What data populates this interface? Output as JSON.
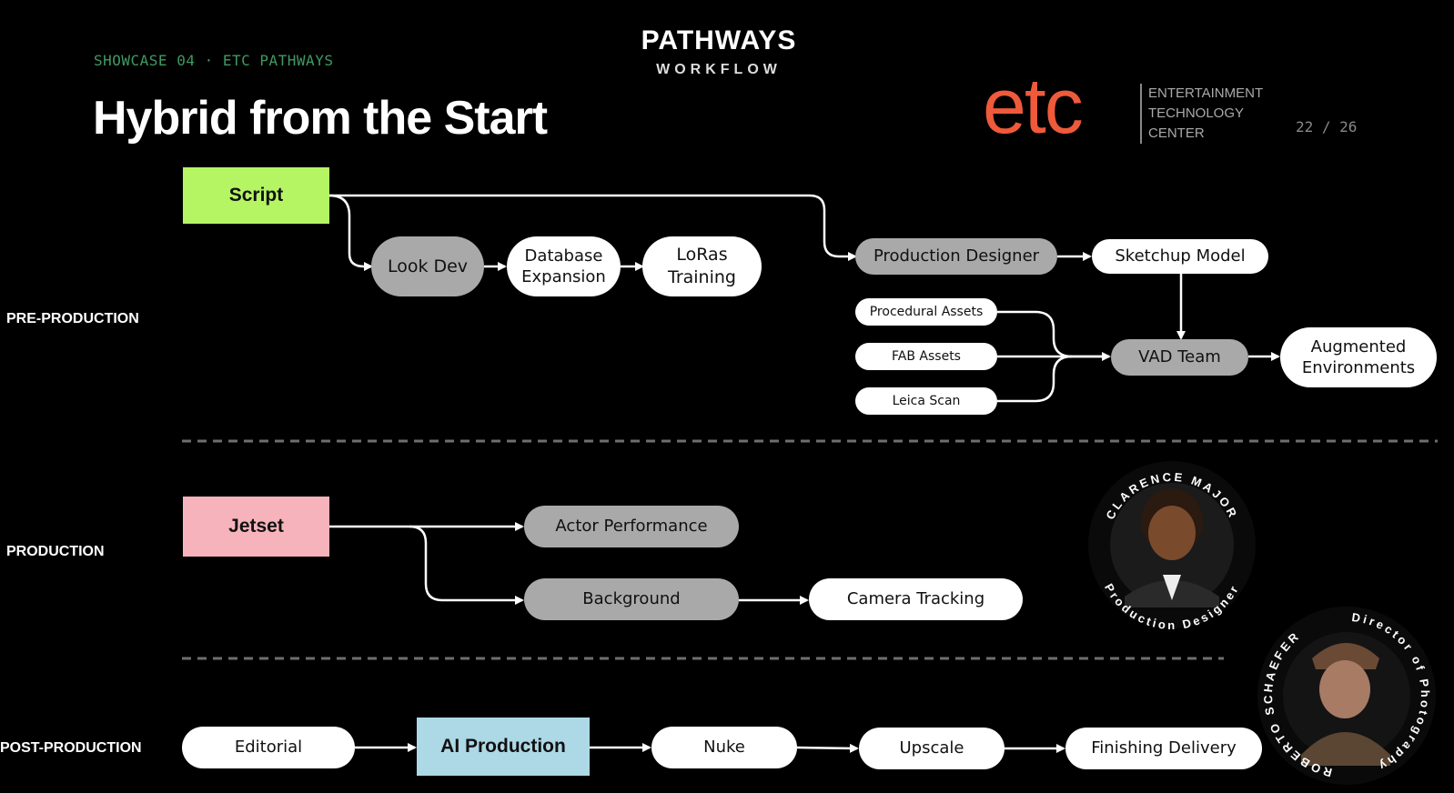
{
  "header": {
    "kicker": "SHOWCASE 04 · ETC PATHWAYS",
    "pathways_title": "PATHWAYS",
    "pathways_subtitle": "WORKFLOW",
    "title": "Hybrid from the Start",
    "logo_text": "etc",
    "logo_lines": [
      "ENTERTAINMENT",
      "TECHNOLOGY",
      "CENTER"
    ],
    "page_counter": "22 / 26"
  },
  "phases": {
    "pre": "PRE-PRODUCTION",
    "production": "PRODUCTION",
    "post": "POST-PRODUCTION"
  },
  "nodes": {
    "script": "Script",
    "look_dev": "Look Dev",
    "database_expansion": "Database Expansion",
    "loras_training": "LoRas Training",
    "production_designer": "Production Designer",
    "sketchup_model": "Sketchup Model",
    "procedural_assets": "Procedural Assets",
    "fab_assets": "FAB Assets",
    "leica_scan": "Leica Scan",
    "vad_team": "VAD Team",
    "augmented_environments": "Augmented Environments",
    "jetset": "Jetset",
    "actor_performance": "Actor Performance",
    "background": "Background",
    "camera_tracking": "Camera Tracking",
    "editorial": "Editorial",
    "ai_production": "AI Production",
    "nuke": "Nuke",
    "upscale": "Upscale",
    "finishing_delivery": "Finishing Delivery"
  },
  "people": [
    {
      "name": "CLARENCE MAJOR",
      "role": "Production Designer"
    },
    {
      "name": "ROBERTO SCHAEFER",
      "role": "Director of Photography"
    }
  ],
  "colors": {
    "background": "#000000",
    "script_fill": "#b5f564",
    "jetset_fill": "#f7b3bb",
    "ai_production_fill": "#add8e6",
    "gray_pill": "#a9a9a9",
    "white_pill": "#ffffff",
    "logo_orange": "#ee5a3a",
    "kicker_green": "#3f9a62"
  }
}
